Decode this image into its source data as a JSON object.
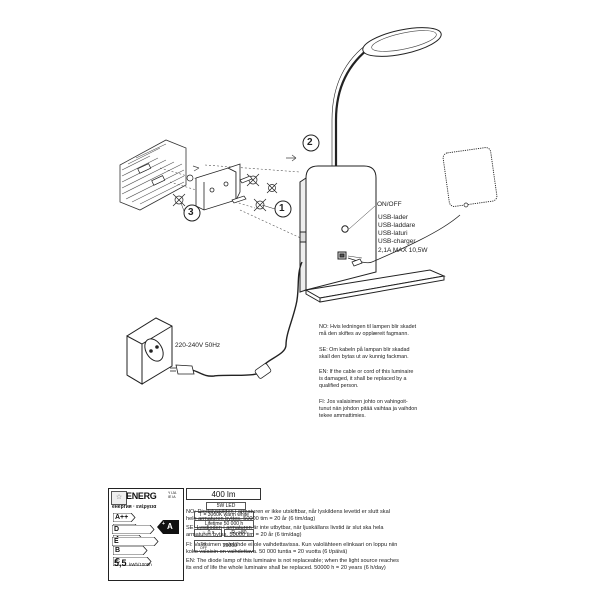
{
  "callouts": {
    "step1": "1",
    "step2": "2",
    "step3": "3"
  },
  "labels": {
    "onoff": "ON/OFF",
    "usb_lines": [
      "USB-lader",
      "USB-laddare",
      "USB-laturi",
      "USB-charger",
      "2,1A MAX 10,5W"
    ],
    "voltage": "220-240V 50Hz"
  },
  "notes": {
    "no": "NO: Hvis ledningen til lampen blir skadet\nmå den skiftes av opplæreit fagmann.",
    "se": "SE: Om kabeln på lampan blir skadad\nskall den bytas ut av kunnig fackman.",
    "en": "EN: If the cable or cord of this luminaire\nis damaged, it shall be replaced by a\nqualified person.",
    "fi": "FI: Jos valaisimen johto on vahingoit-\ntunut nän johdon pitää vaihtaa ja vaihdon\ntekee ammattimies."
  },
  "energy_label": {
    "eu_mark": "☆",
    "energ": "ENERG",
    "ia": "Y IJA\nIE IA",
    "subtitle": "енергия · ενέργεια",
    "classes": [
      "A++",
      "A+",
      "A",
      "B",
      "C",
      "D",
      "E"
    ],
    "current_class": "A",
    "current_class_sup": "+",
    "consumption": "5,5",
    "consumption_unit": "kWh/1000h",
    "colors": [
      "#ffffff",
      "#ffffff",
      "#ffffff",
      "#ffffff",
      "#ffffff",
      "#ffffff",
      "#ffffff"
    ]
  },
  "spec": {
    "lumen": "400 lm",
    "power": "5W  LED",
    "color_temp": "T = 3000K warm white",
    "lifetime": "Lifetime 50 000 h",
    "warmup": "0 s",
    "cri": "Rₐ ≥80",
    "switch_label": "ON\nOFF",
    "cycles": "20000"
  },
  "bottom_notes": {
    "no": "NO: Diodelyskilden i armaturen er ikke utskiftbar, når lyskildens levetid er slutt skal\nhele armaturen byttes. 50000 tim = 20 år (6 tim/dag)",
    "se": "SE: Lysdioden i armaturen är inte utbytbar, när ljuskällans livstid är slut ska hela\narmaturen bytas. 50000 tim = 20 år (6 tim/dag)",
    "fi": "FI: Valaisimen valolähde ei ole vaihdettavissa. Kun valolähteen elinkaari on loppu niin\nkoko valaisin on vaihdettava. 50 000 tuntia = 20 vuotta (6 t/päivä)",
    "en": "EN: The diode lamp of this luminaire is not replaceable; when the light source reaches\nits end of life the whole luminaire shall be replaced. 50000 h = 20 years (6 h/day)"
  }
}
